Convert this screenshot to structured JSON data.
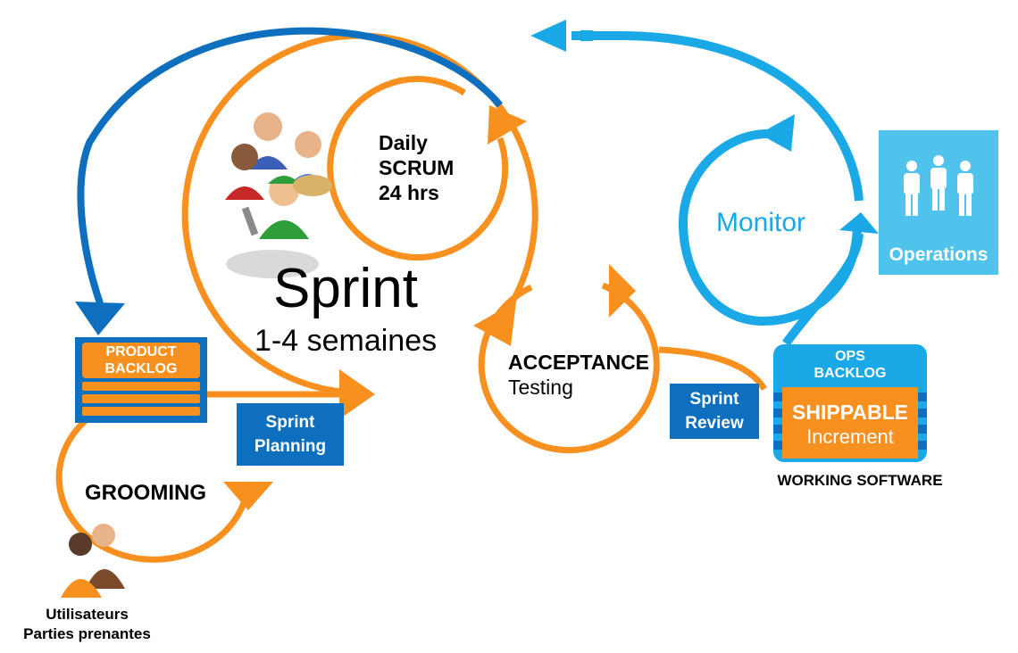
{
  "labels": {
    "daily_scrum": [
      "Daily",
      "SCRUM",
      "24 hrs"
    ],
    "sprint_title": "Sprint",
    "sprint_duration": "1-4 semaines",
    "acceptance_title": "ACCEPTANCE",
    "acceptance_sub": "Testing",
    "grooming": "GROOMING",
    "monitor": "Monitor",
    "operations": "Operations",
    "product_backlog": [
      "PRODUCT",
      "BACKLOG"
    ],
    "sprint_planning": [
      "Sprint",
      "Planning"
    ],
    "sprint_review": [
      "Sprint",
      "Review"
    ],
    "ops_backlog": [
      "OPS",
      "BACKLOG"
    ],
    "shippable": "SHIPPABLE",
    "increment": "Increment",
    "working_software": "WORKING SOFTWARE",
    "stakeholders": [
      "Utilisateurs",
      "Parties prenantes"
    ]
  },
  "icons": {
    "team": "team-icon",
    "stakeholders": "stakeholders-icon",
    "operations": "operations-people-icon"
  },
  "colors": {
    "orange": "#f7901e",
    "light_blue": "#1aa9e6",
    "dark_blue": "#0f6fbf",
    "ops_tile": "#4fc3ec"
  }
}
